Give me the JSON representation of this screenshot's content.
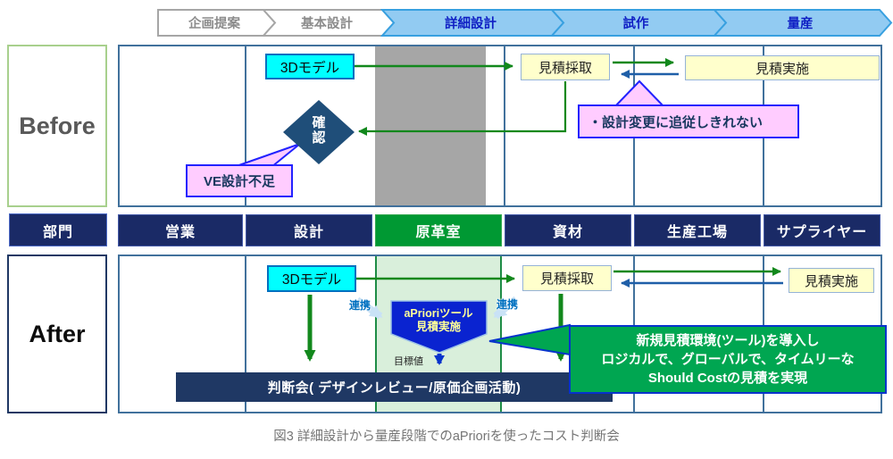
{
  "phases": [
    {
      "label": "企画提案",
      "active": false
    },
    {
      "label": "基本設計",
      "active": false
    },
    {
      "label": "詳細設計",
      "active": true
    },
    {
      "label": "試作",
      "active": true
    },
    {
      "label": "量産",
      "active": true
    }
  ],
  "row_labels": {
    "before": "Before",
    "after": "After",
    "department": "部門"
  },
  "departments": [
    {
      "label": "営業",
      "highlighted": false
    },
    {
      "label": "設計",
      "highlighted": false
    },
    {
      "label": "原革室",
      "highlighted": true
    },
    {
      "label": "資材",
      "highlighted": false
    },
    {
      "label": "生産工場",
      "highlighted": false
    },
    {
      "label": "サプライヤー",
      "highlighted": false
    }
  ],
  "before": {
    "model_box": "3Dモデル",
    "confirm_diamond": "確認",
    "ve_callout": "VE設計不足",
    "estimate_collect": "見積採取",
    "estimate_execute": "見積実施",
    "issue_callout": "・設計変更に追従しきれない"
  },
  "after": {
    "model_box": "3Dモデル",
    "estimate_collect": "見積採取",
    "estimate_execute": "見積実施",
    "link_left": "連携",
    "link_right": "連携",
    "apriori_tool_line1": "aPrioriツール",
    "apriori_tool_line2": "見積実施",
    "target_value": "目標値",
    "decision_bar": "判断会( デザインレビュー/原価企画活動)",
    "benefit_line1": "新規見積環境(ツール)を導入し",
    "benefit_line2": "ロジカルで、グローバルで、タイムリーな",
    "benefit_line3": "Should Costの見積を実現"
  },
  "caption": "図3 詳細設計から量産段階でのaPrioriを使ったコスト判断会",
  "colors": {
    "phase_active_fill": "#92CBF2",
    "phase_active_border": "#38A0E0",
    "phase_active_text": "#0F1FC4",
    "phase_inactive_border": "#A6A6A6",
    "phase_inactive_text": "#8C8C8C",
    "grid_border": "#41719C",
    "gray_column": "#A6A6A6",
    "green_column": "#D9EFDB",
    "dept_navy": "#1A2A66",
    "dept_green": "#009933",
    "cyan_box": "#00FFFF",
    "yellow_box": "#FFFFCC",
    "pink_callout": "#FFCCFF",
    "green_callout": "#00A651",
    "navy_bar": "#1F3864",
    "diamond_navy": "#1F4E79",
    "pentagon_blue": "#0A23D0",
    "arrow_green": "#12881C",
    "arrow_blue": "#1F5FA8",
    "before_border": "#A8D08D",
    "after_border": "#1F3864"
  }
}
